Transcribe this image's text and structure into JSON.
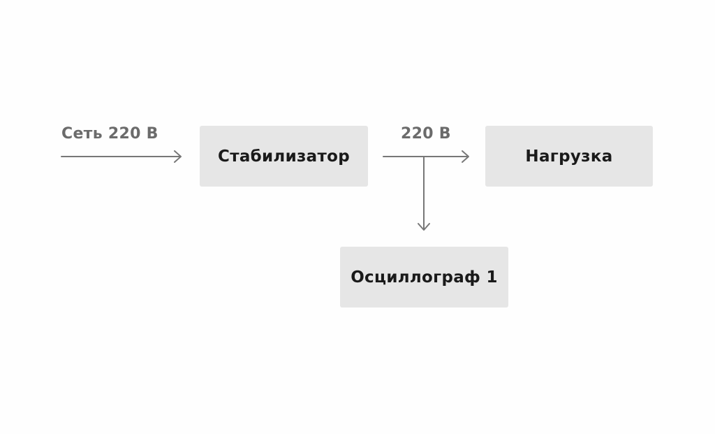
{
  "diagram": {
    "input_label": "Сеть 220 В",
    "output_label": "220 В",
    "nodes": {
      "stabilizer": "Стабилизатор",
      "load": "Нагрузка",
      "oscilloscope": "Осциллограф 1"
    },
    "colors": {
      "box_fill": "#e6e6e6",
      "box_text": "#1a1a1a",
      "label_text": "#6b6b6b",
      "wire": "#777777",
      "background": "#fefefe"
    }
  }
}
